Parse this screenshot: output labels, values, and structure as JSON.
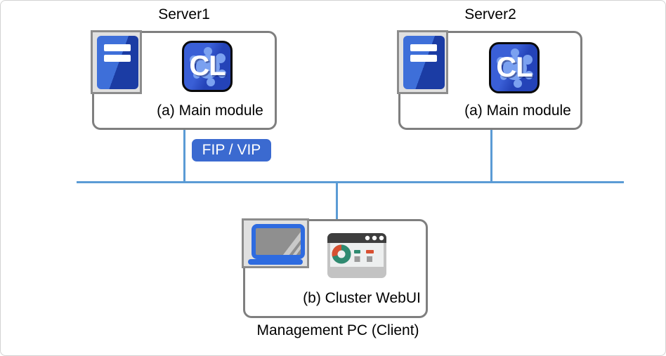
{
  "diagram": {
    "servers": [
      {
        "title": "Server1",
        "module_label": "(a) Main module"
      },
      {
        "title": "Server2",
        "module_label": "(a) Main module"
      }
    ],
    "badge": {
      "label": "FIP / VIP"
    },
    "management": {
      "module_label": "(b) Cluster WebUI",
      "caption": "Management PC (Client)"
    },
    "icons": {
      "cl_text": "CL",
      "server": "tower-server-icon",
      "cluster_module": "cl-app-icon",
      "laptop": "laptop-icon",
      "webui": "browser-dashboard-icon"
    },
    "colors": {
      "line_blue": "#5b9bd5",
      "box_border": "#7f7f7f",
      "badge_blue": "#3b6ad0",
      "icon_frame_gray": "#8c8c8c",
      "icon_bg_gray": "#e0e0e0",
      "tower_blue_light": "#3e6fd9",
      "tower_blue_dark": "#1b3ca4",
      "cl_bg_light": "#3a5fd6",
      "cl_bg_dark": "#2443b8",
      "cl_splat": "#7ba1f0",
      "laptop_blue": "#2e6be0",
      "screen_gray": "#8f8f8f",
      "screen_shine": "#c9c9c9",
      "browser_body": "#c3c3c3",
      "browser_bar": "#3e3e3e",
      "browser_panel": "#edefef",
      "donut_teal": "#2f8a70",
      "donut_red": "#d85031",
      "legend_gray": "#9a9a9a",
      "text_black": "#000000"
    }
  }
}
